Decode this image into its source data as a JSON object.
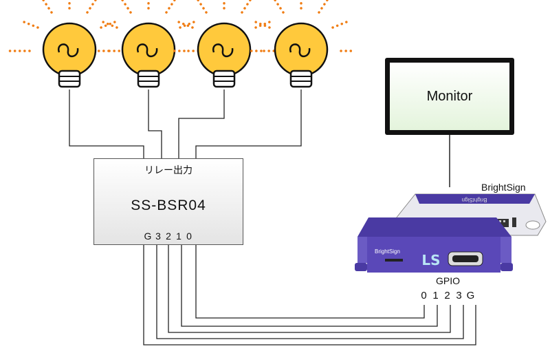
{
  "relay": {
    "subtitle": "リレー出力",
    "model": "SS-BSR04",
    "pins": [
      "G",
      "3",
      "2",
      "1",
      "0"
    ]
  },
  "monitor": {
    "label": "Monitor"
  },
  "brightsign": {
    "label": "BrightSign",
    "rear_text": "BrightSign",
    "front_brand": "BrightSign",
    "logo": "LS"
  },
  "gpio": {
    "label": "GPIO",
    "pins": [
      "0",
      "1",
      "2",
      "3",
      "G"
    ]
  },
  "colors": {
    "bulb": "#ffc93c",
    "rays": "#f07d14",
    "wire": "#222222",
    "device": "#4a3aa3"
  }
}
